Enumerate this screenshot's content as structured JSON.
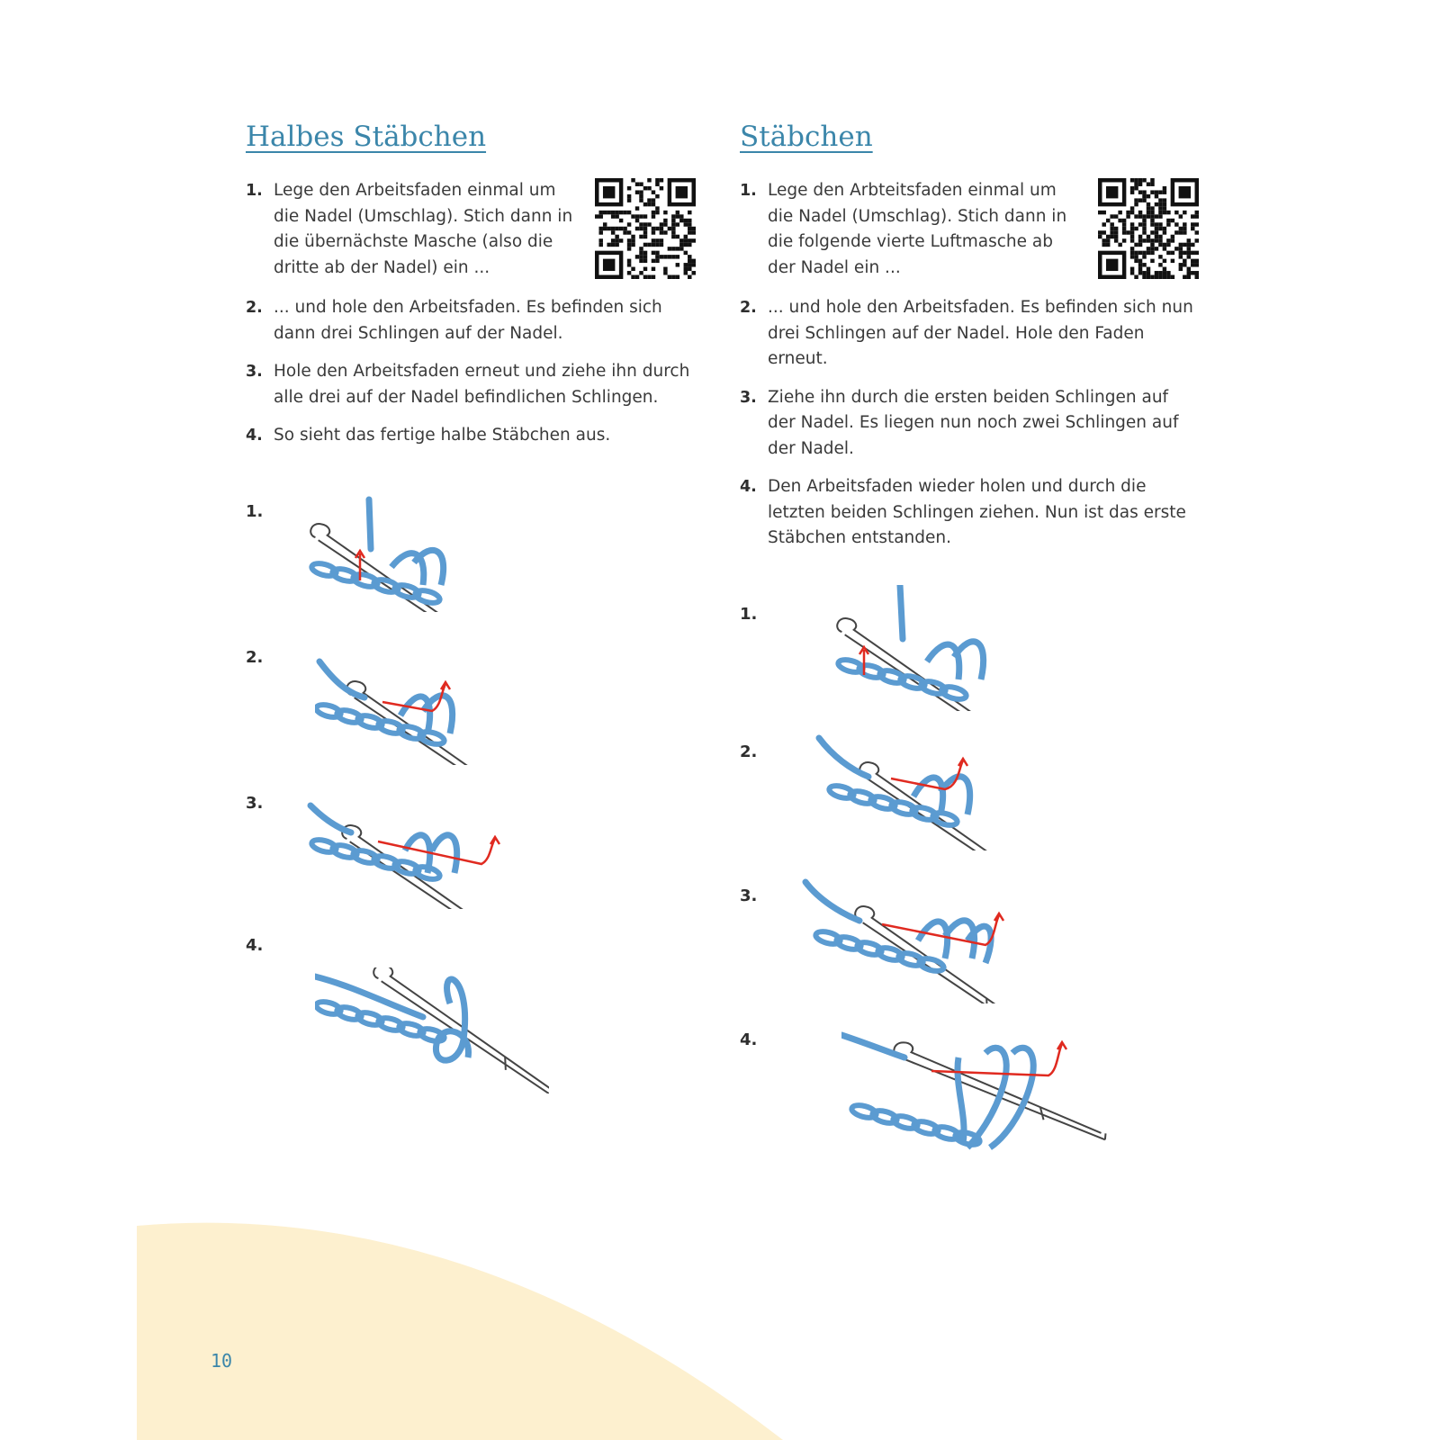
{
  "colors": {
    "accent": "#3b86aa",
    "yarn": "#5b9bd1",
    "arrow": "#e02a20",
    "background_shape": "#fdf0cf"
  },
  "left": {
    "title": "Halbes Stäbchen",
    "steps": [
      {
        "num": "1.",
        "text": "Lege den Arbeitsfaden einmal um die Nadel (Umschlag). Stich dann in die übernächste Masche (also die dritte ab der Nadel) ein ..."
      },
      {
        "num": "2.",
        "text": "... und hole den Arbeitsfaden. Es befinden sich dann drei Schlingen auf der Nadel."
      },
      {
        "num": "3.",
        "text": "Hole den Arbeitsfaden erneut und ziehe ihn durch alle drei auf der Nadel befindlichen Schlingen."
      },
      {
        "num": "4.",
        "text": "So sieht das fertige halbe Stäbchen aus."
      }
    ],
    "illustrations": [
      {
        "num": "1."
      },
      {
        "num": "2."
      },
      {
        "num": "3."
      },
      {
        "num": "4."
      }
    ],
    "qr_icon": "qr-code-icon"
  },
  "right": {
    "title": "Stäbchen",
    "steps": [
      {
        "num": "1.",
        "text": "Lege den Arbteitsfaden einmal um die Nadel (Umschlag). Stich dann in die folgende vierte Luftmasche ab der Nadel ein ..."
      },
      {
        "num": "2.",
        "text": "... und hole den Arbeitsfaden. Es befinden sich nun drei Schlingen auf der Nadel. Hole den Faden erneut."
      },
      {
        "num": "3.",
        "text": "Ziehe ihn durch die ersten beiden Schlingen auf der Nadel. Es liegen nun noch zwei Schlingen auf der Nadel."
      },
      {
        "num": "4.",
        "text": "Den Arbeitsfaden wieder holen und durch die letzten beiden Schlingen ziehen. Nun ist das erste Stäbchen entstanden."
      }
    ],
    "illustrations": [
      {
        "num": "1."
      },
      {
        "num": "2."
      },
      {
        "num": "3."
      },
      {
        "num": "4."
      }
    ],
    "qr_icon": "qr-code-icon"
  },
  "page_number": "10"
}
